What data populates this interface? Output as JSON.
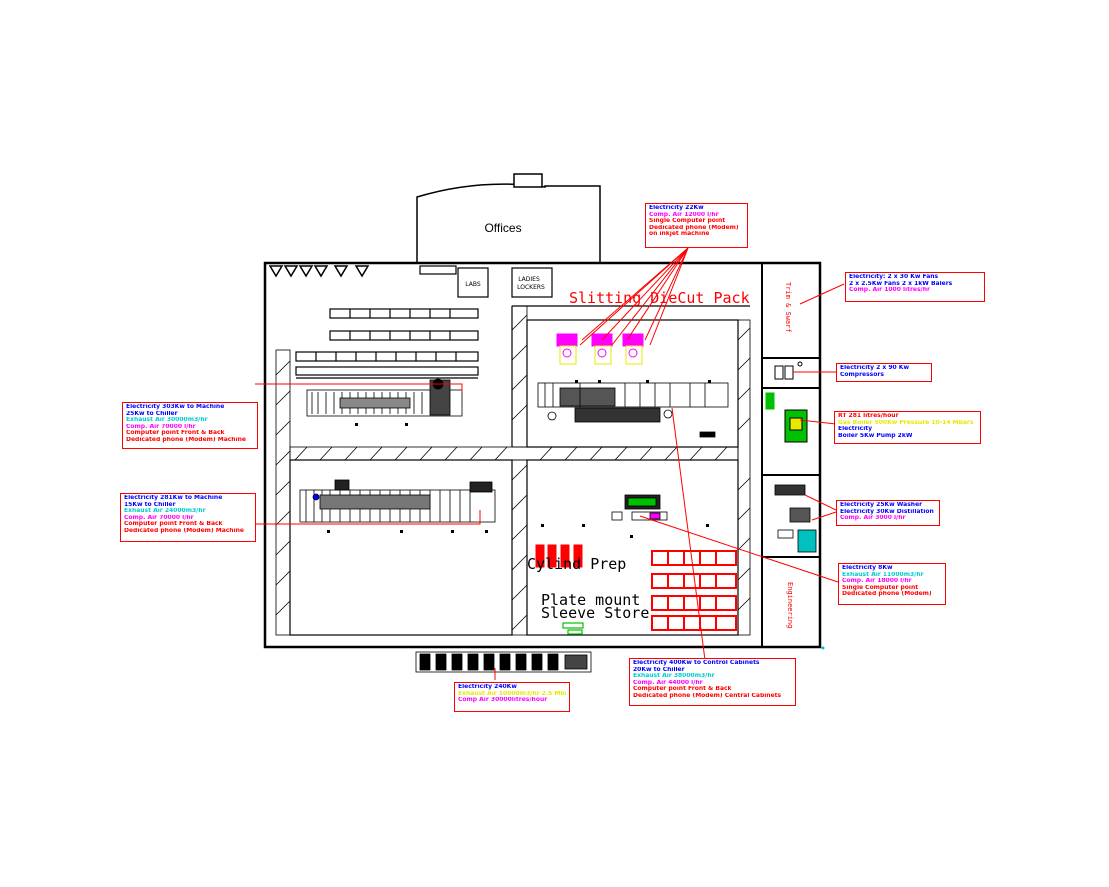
{
  "colors": {
    "red": "#ff0000",
    "blue": "#0000ff",
    "magenta": "#ff00ff",
    "cyan": "#00cccc",
    "yellow": "#e8e800",
    "green": "#00c000",
    "black": "#000000"
  },
  "labels": {
    "offices": "Offices",
    "labs": "LABS",
    "ladies_lockers_1": "LADIES",
    "ladies_lockers_2": "LOCKERS",
    "slitting": "Slitting DieCut Pack",
    "cylinder_prep": "Cylind  Prep",
    "plate_mount": "Plate mount",
    "sleeve_store": "Sleeve Store",
    "side_room_1": "Trim & Swarf",
    "side_room_2": "Engineering"
  },
  "callouts": {
    "top_centre": {
      "lines": [
        {
          "text": "Electricity 22Kw",
          "color": "blue"
        },
        {
          "text": "Comp. Air 12000 l/hr",
          "color": "magenta"
        },
        {
          "text": "Single Computer point",
          "color": "red"
        },
        {
          "text": "Dedicated phone (Modem)",
          "color": "red"
        },
        {
          "text": "on inkjet machine",
          "color": "red"
        }
      ]
    },
    "trim_room": {
      "lines": [
        {
          "text": "Electricity: 2 x 30 Kw Fans",
          "color": "blue"
        },
        {
          "text": "2 x 2.5Kw Fans 2 x 1kW Balers",
          "color": "blue"
        },
        {
          "text": "Comp. Air 1000 litres/hr",
          "color": "magenta"
        }
      ]
    },
    "compressors": {
      "lines": [
        {
          "text": "Electricity 2 x 90 Kw",
          "color": "blue"
        },
        {
          "text": "Compressors",
          "color": "blue"
        }
      ]
    },
    "boiler": {
      "lines": [
        {
          "text": "RT 281 litres/hour",
          "color": "red"
        },
        {
          "text": "Gas Boiler 500Kw Pressure 10-14 Mbars",
          "color": "yellow"
        },
        {
          "text": "Electricity",
          "color": "blue"
        },
        {
          "text": "Boiler 5Kw Pump 2kW",
          "color": "blue"
        }
      ]
    },
    "washer": {
      "lines": [
        {
          "text": "Electricity 25Kw Washer",
          "color": "blue"
        },
        {
          "text": "Electricity 30Kw Distillation",
          "color": "blue"
        },
        {
          "text": "Comp. Air 3000 l/hr",
          "color": "magenta"
        }
      ]
    },
    "mid_right": {
      "lines": [
        {
          "text": "Electricity 8Kw",
          "color": "blue"
        },
        {
          "text": "Exhaust Air 11000m3/hr",
          "color": "cyan"
        },
        {
          "text": "Comp. Air 18000 l/hr",
          "color": "magenta"
        },
        {
          "text": "Single Computer point",
          "color": "red"
        },
        {
          "text": "Dedicated phone (Modem)",
          "color": "red"
        }
      ]
    },
    "left_upper": {
      "lines": [
        {
          "text": "Electricity 303Kw to Machine",
          "color": "blue"
        },
        {
          "text": "25Kw to Chiller",
          "color": "blue"
        },
        {
          "text": "Exhaust Air 30000m3/hr",
          "color": "cyan"
        },
        {
          "text": "Comp. Air 70000 l/hr",
          "color": "magenta"
        },
        {
          "text": "Computer point Front & Back",
          "color": "red"
        },
        {
          "text": "Dedicated phone (Modem) Machine",
          "color": "red"
        }
      ]
    },
    "left_lower": {
      "lines": [
        {
          "text": "Electricity 281Kw to Machine",
          "color": "blue"
        },
        {
          "text": "15Kw to Chiller",
          "color": "blue"
        },
        {
          "text": "Exhaust Air 24000m3/hr",
          "color": "cyan"
        },
        {
          "text": "Comp. Air 70000 l/hr",
          "color": "magenta"
        },
        {
          "text": "Computer point Front & Back",
          "color": "red"
        },
        {
          "text": "Dedicated phone (Modem) Machine",
          "color": "red"
        }
      ]
    },
    "bottom_centre": {
      "lines": [
        {
          "text": "Electricity 400Kw to Control Cabinets",
          "color": "blue"
        },
        {
          "text": "20Kw to Chiller",
          "color": "blue"
        },
        {
          "text": "Exhaust Air 38000m3/hr",
          "color": "cyan"
        },
        {
          "text": "Comp. Air 44000 l/hr",
          "color": "magenta"
        },
        {
          "text": "Computer point Front & Back",
          "color": "red"
        },
        {
          "text": "Dedicated phone (Modem) Central Cabinets",
          "color": "red"
        }
      ]
    },
    "bottom_left": {
      "lines": [
        {
          "text": "Electricity 240Kw",
          "color": "blue"
        },
        {
          "text": "Exhaust Air 10000m3/hr 2.5 Mbar",
          "color": "yellow"
        },
        {
          "text": "Comp Air 30000litres/hour",
          "color": "magenta"
        }
      ]
    }
  }
}
